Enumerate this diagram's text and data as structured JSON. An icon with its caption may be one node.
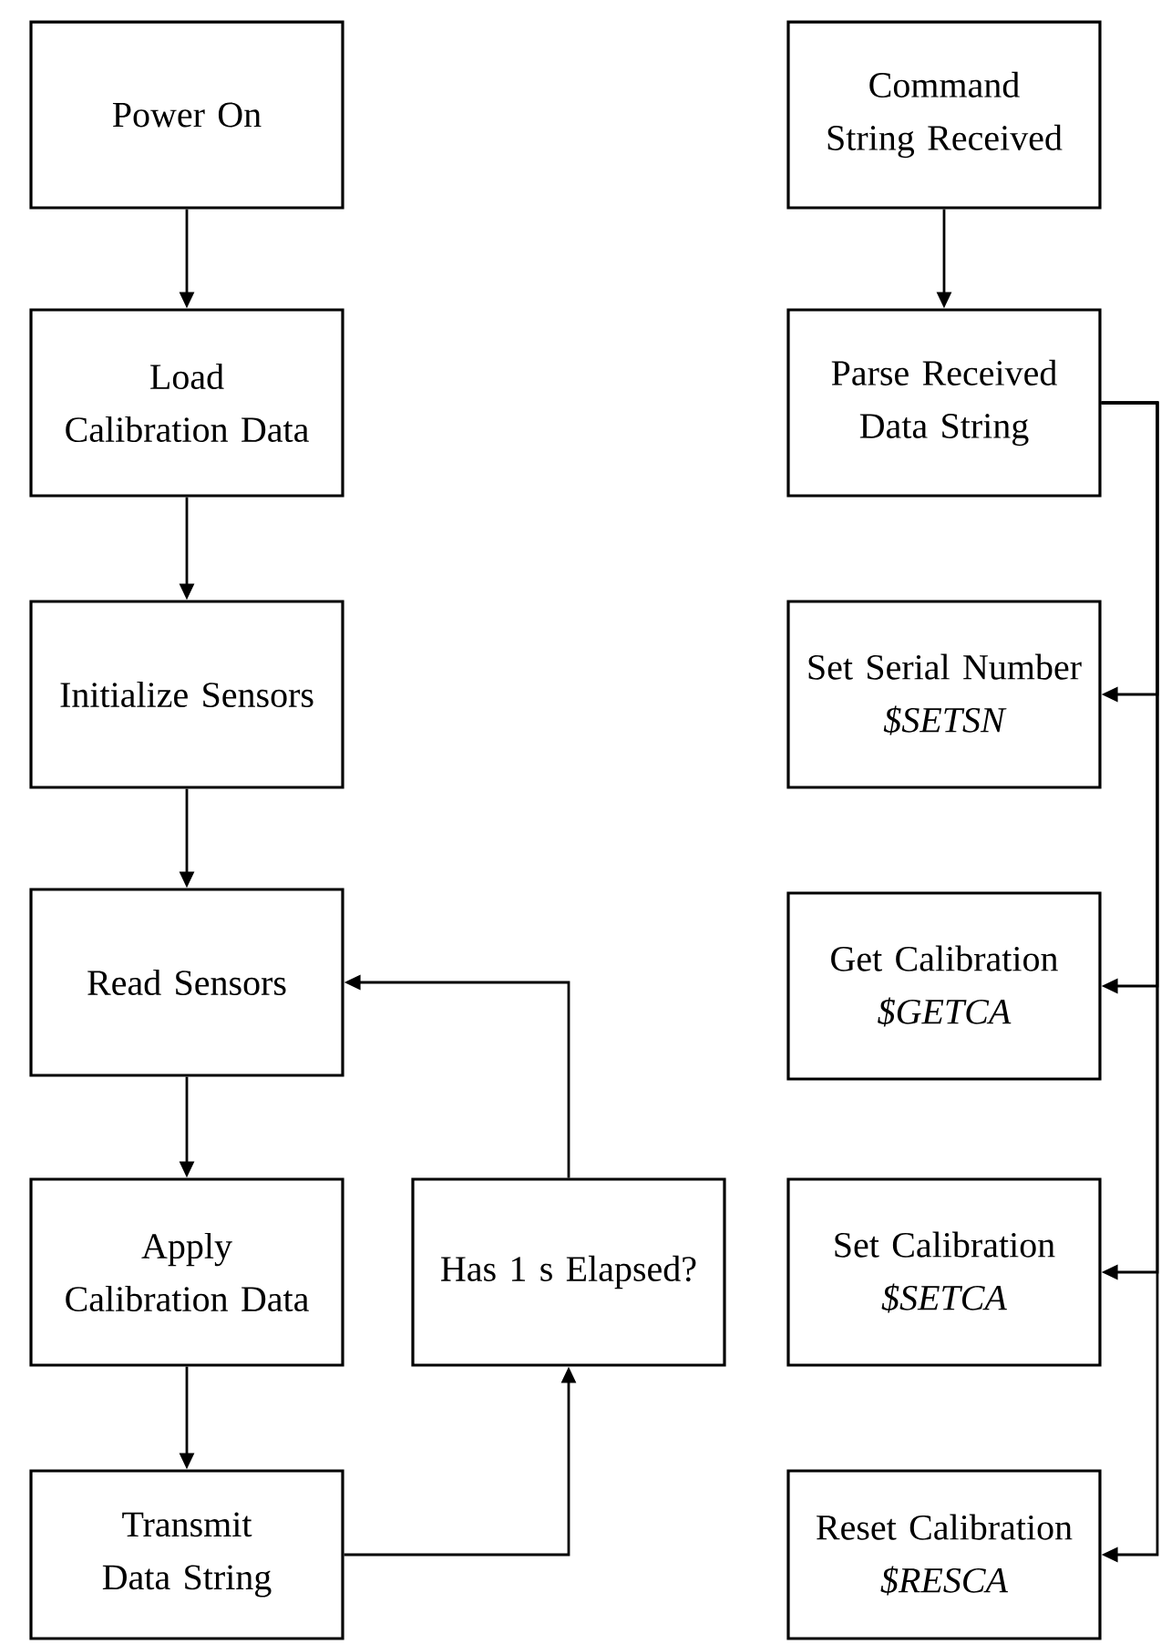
{
  "diagram": {
    "nodes": [
      {
        "text": [
          "Power On"
        ]
      },
      {
        "text": [
          "Load Calibration Data"
        ]
      },
      {
        "text": [
          "Initialize Sensors"
        ]
      },
      {
        "text": [
          "Read Sensors"
        ]
      },
      {
        "text": [
          "Apply Calibration Data"
        ]
      },
      {
        "text": [
          "Transmit Data String"
        ]
      },
      {
        "text": [
          "Has 1 s Elapsed?"
        ]
      },
      {
        "text": [
          "Command String Received"
        ]
      },
      {
        "text": [
          "Parse Received Data String"
        ]
      },
      {
        "text": [
          "Set Serial Number",
          "$SETSN"
        ]
      },
      {
        "text": [
          "Get Calibration",
          "$GETCA"
        ]
      },
      {
        "text": [
          "Set Calibration",
          "$SETCA"
        ]
      },
      {
        "text": [
          "Reset Calibration",
          "$RESCA"
        ]
      }
    ],
    "edges": [
      {
        "from": 0,
        "to": 1,
        "arrow": "to"
      },
      {
        "from": 1,
        "to": 2,
        "arrow": "to"
      },
      {
        "from": 2,
        "to": 3,
        "arrow": "to"
      },
      {
        "from": 3,
        "to": 4,
        "arrow": "to"
      },
      {
        "from": 4,
        "to": 5,
        "arrow": "to"
      },
      {
        "from": 5,
        "to": 6,
        "arrow": "to"
      },
      {
        "from": 6,
        "to": 3,
        "arrow": "to"
      },
      {
        "from": 7,
        "to": 8,
        "arrow": "to"
      },
      {
        "from": 8,
        "to": 9,
        "arrow": "to"
      },
      {
        "from": 8,
        "to": 10,
        "arrow": "to"
      },
      {
        "from": 8,
        "to": 11,
        "arrow": "to"
      },
      {
        "from": 8,
        "to": 12,
        "arrow": "to"
      }
    ]
  }
}
